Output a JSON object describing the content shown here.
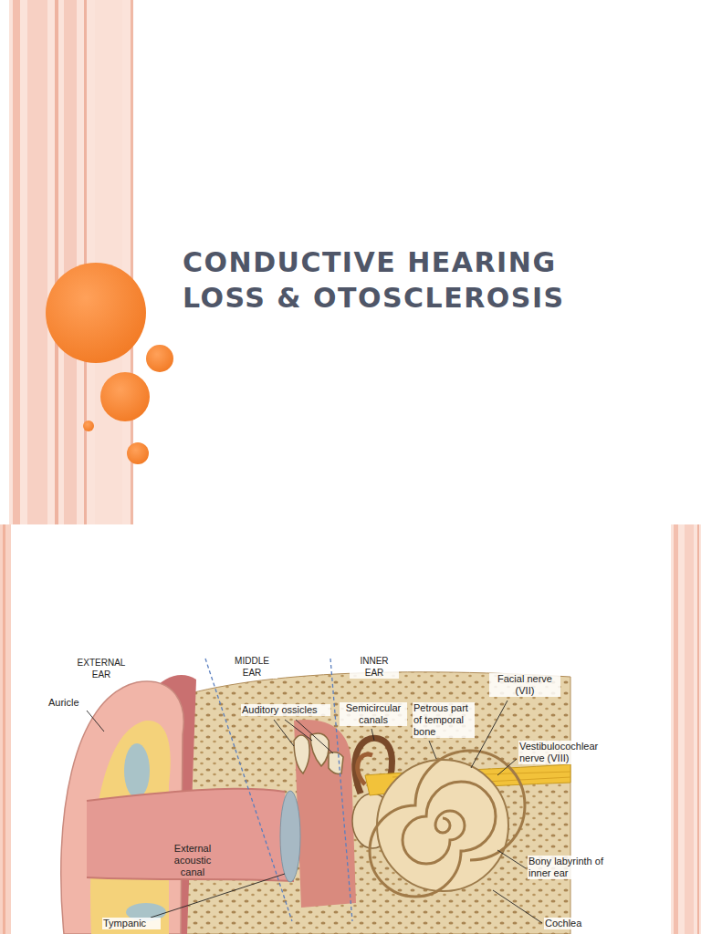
{
  "diagram": {
    "title": "CONDUCTIVE HEARING LOSS & OTOSCLEROSIS",
    "labels": [
      "EXTERNAL EAR",
      "MIDDLE EAR",
      "INNER EAR",
      "Auricle",
      "Auditory ossicles",
      "Semicircular canals",
      "Petrous part of temporal bone",
      "Facial nerve (VII)",
      "Vestibulocochlear nerve (VIII)",
      "External acoustic canal",
      "Bony labyrinth of inner ear",
      "Tympanic",
      "Cochlea"
    ]
  }
}
